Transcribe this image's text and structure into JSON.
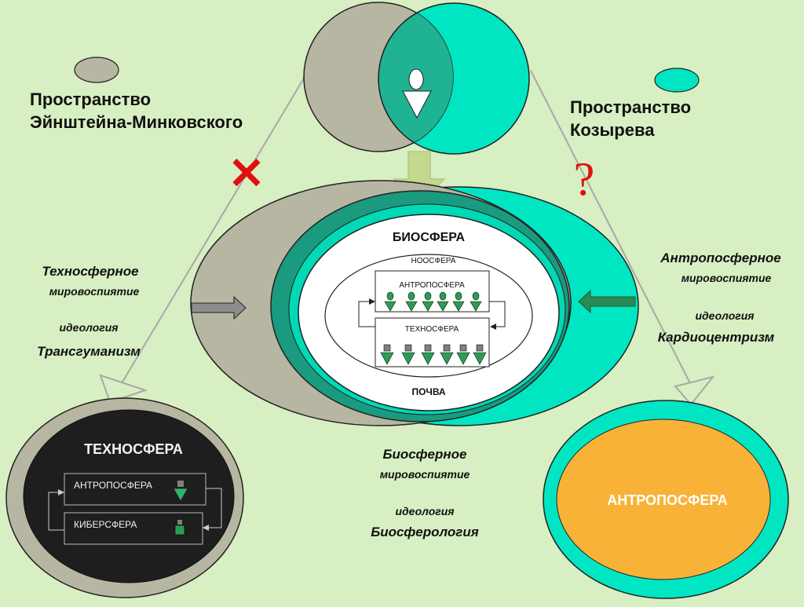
{
  "spaces": {
    "einstein": {
      "line1": "Пространство",
      "line2": "Эйнштейна-Минковского",
      "mark": "✕"
    },
    "kozyrev": {
      "line1": "Пространство",
      "line2": "Козырева",
      "mark": "?"
    }
  },
  "biosphere": {
    "title": "БИОСФЕРА",
    "noosphere": "НООСФЕРА",
    "anthroposphere": "АНТРОПОСФЕРА",
    "technosphere": "ТЕХНОСФЕРА",
    "soil": "ПОЧВА"
  },
  "left_text": {
    "world": "Техносферное",
    "world2": "мировоспиятие",
    "ideology": "идеология",
    "name": "Трансгуманизм"
  },
  "right_text": {
    "world": "Антропосферное",
    "world2": "мировоспиятие",
    "ideology": "идеология",
    "name": "Кардиоцентризм"
  },
  "bottom_text": {
    "world": "Биосферное",
    "world2": "мировоспиятие",
    "ideology": "идеология",
    "name": "Биосферология"
  },
  "techno_oval": {
    "title": "ТЕХНОСФЕРА",
    "box1": "АНТРОПОСФЕРА",
    "box2": "КИБЕРСФЕРА"
  },
  "anthropo_oval": {
    "title": "АНТРОПОСФЕРА"
  },
  "colors": {
    "background": "#d7efc2",
    "gray": "#b7b6a3",
    "cyan": "#00e6c3",
    "teal_dark": "#1a9a7e",
    "dark_oval": "#1e1e1e",
    "orange": "#f8b237",
    "red": "#e01010",
    "green_arrow": "#2a8a55"
  }
}
